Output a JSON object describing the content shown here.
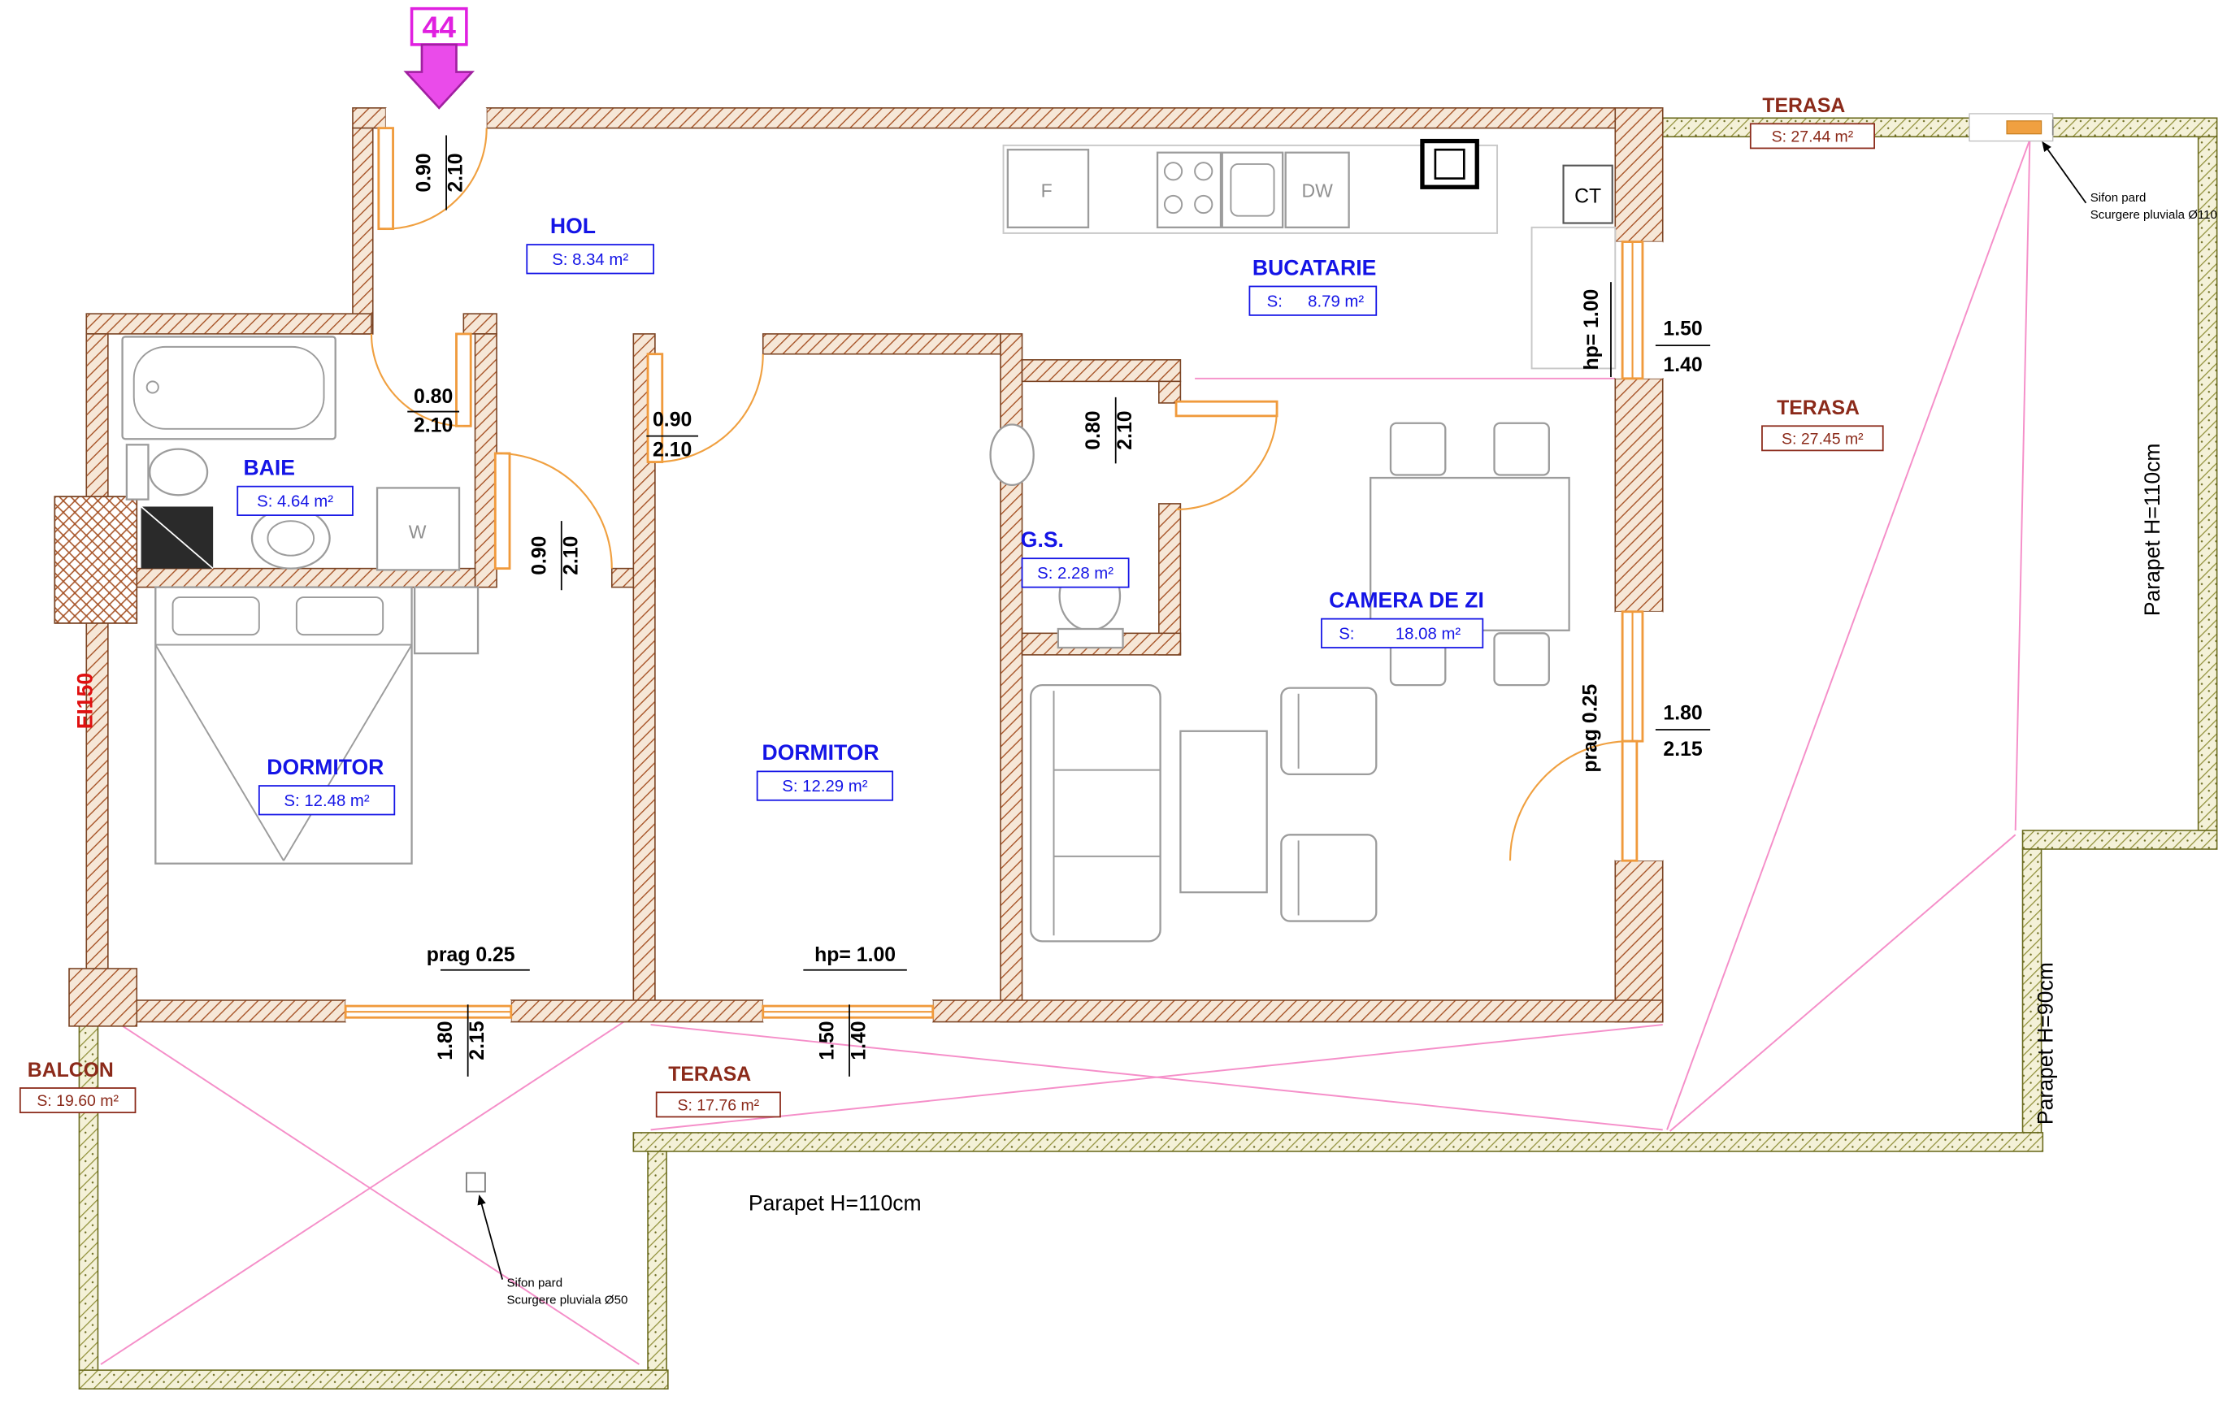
{
  "marker": {
    "number": "44"
  },
  "rooms": {
    "hol": {
      "name": "HOL",
      "area": "S: 8.34 m²"
    },
    "baie": {
      "name": "BAIE",
      "area": "S: 4.64 m²"
    },
    "bucatarie": {
      "name": "BUCATARIE",
      "area_prefix": "S:",
      "area_value": "8.79 m²"
    },
    "gs": {
      "name": "G.S.",
      "area": "S: 2.28 m²"
    },
    "camera_de_zi": {
      "name": "CAMERA DE ZI",
      "area_prefix": "S:",
      "area_value": "18.08 m²"
    },
    "dormitor_1": {
      "name": "DORMITOR",
      "area": "S: 12.48 m²"
    },
    "dormitor_2": {
      "name": "DORMITOR",
      "area": "S: 12.29 m²"
    },
    "terasa_top": {
      "name": "TERASA",
      "area": "S: 27.44 m²"
    },
    "terasa_right": {
      "name": "TERASA",
      "area": "S: 27.45 m²"
    },
    "terasa_bottom": {
      "name": "TERASA",
      "area": "S: 17.76 m²"
    },
    "balcon": {
      "name": "BALCON",
      "area": "S: 19.60 m²"
    }
  },
  "dimensions": {
    "entrance_door": {
      "width": "0.90",
      "height": "2.10"
    },
    "baie_door": {
      "width": "0.80",
      "height": "2.10"
    },
    "dormitor2_door": {
      "width": "0.90",
      "height": "2.10"
    },
    "dormitor1_door": {
      "width": "0.90",
      "height": "2.10"
    },
    "gs_door": {
      "width": "0.80",
      "height": "2.10"
    },
    "kitchen_window": {
      "sill": "hp= 1.00",
      "width": "1.50",
      "height": "1.40"
    },
    "terrace_door": {
      "threshold": "prag 0.25",
      "width": "1.80",
      "height": "2.15"
    },
    "balcon_door": {
      "threshold": "prag  0.25",
      "width": "1.80",
      "height": "2.15"
    },
    "dormitor2_window": {
      "sill": "hp= 1.00",
      "width": "1.50",
      "height": "1.40"
    }
  },
  "annotations": {
    "drain_top": {
      "line1": "Sifon pard",
      "line2": "Scurgere pluviala Ø110"
    },
    "drain_balcon": {
      "line1": "Sifon pard",
      "line2": "Scurgere pluviala Ø50"
    },
    "parapet_right": "Parapet H=110cm",
    "parapet_right_lower": "Parapet H=90cm",
    "parapet_bottom": "Parapet H=110cm",
    "fire_rating": "EI150"
  },
  "appliances": {
    "boiler": "CT",
    "fridge": "F",
    "dishwasher": "DW",
    "washing_machine": "W"
  },
  "colors": {
    "room_label": "#1414e6",
    "exterior_label": "#8b2a1a",
    "marker": "#e020e0",
    "wall_hatch": "#a8562a",
    "parapet_hatch": "#90903a",
    "pink_line": "#f58fc9",
    "joinery_orange": "#f09a3c"
  }
}
